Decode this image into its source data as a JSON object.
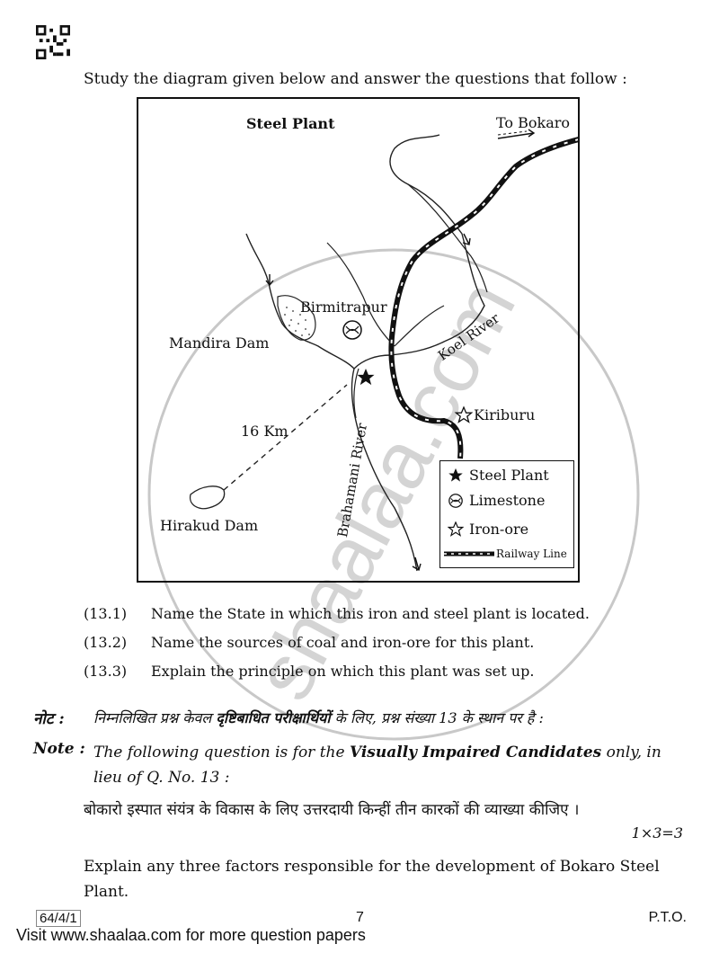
{
  "intro": "Study the diagram given below and answer the questions that follow :",
  "map": {
    "title": "Steel Plant",
    "labels": {
      "to_bokaro": "To Bokaro",
      "birmitrapur": "Birmitrapur",
      "mandira_dam": "Mandira Dam",
      "koel_river": "Koel River",
      "kiriburu": "Kiriburu",
      "distance": "16 Km",
      "brahamani_river": "Brahamani River",
      "hirakud_dam": "Hirakud Dam"
    },
    "legend": {
      "steel_plant": "Steel Plant",
      "limestone": "Limestone",
      "iron_ore": "Iron-ore",
      "railway": "Railway Line"
    }
  },
  "watermark": "shaalaa.com",
  "questions": [
    {
      "num": "(13.1)",
      "text": "Name the State in which this iron and steel plant is located."
    },
    {
      "num": "(13.2)",
      "text": "Name the sources of coal and iron-ore for this plant."
    },
    {
      "num": "(13.3)",
      "text": "Explain the principle on which this plant was set up."
    }
  ],
  "note_hi": {
    "label": "नोट :",
    "text_pre": "निम्नलिखित प्रश्न केवल ",
    "text_bold": "दृष्टिबाधित परीक्षार्थियों",
    "text_post": " के लिए, प्रश्न संख्या 13 के स्थान पर है :"
  },
  "note_en": {
    "label": "Note :",
    "text_pre": "The following question is for the ",
    "text_bold": "Visually Impaired Candidates",
    "text_post": " only, in lieu of Q. No. 13 :"
  },
  "question_hi": "बोकारो इस्पात संयंत्र के विकास के लिए उत्तरदायी किन्हीं तीन कारकों की व्याख्या कीजिए ।",
  "marks": "1×3=3",
  "question_en": "Explain any three factors responsible for the development of Bokaro Steel Plant.",
  "footer": {
    "code": "64/4/1",
    "page": "7",
    "pto": "P.T.O.",
    "visit": "Visit www.shaalaa.com for more question papers"
  }
}
